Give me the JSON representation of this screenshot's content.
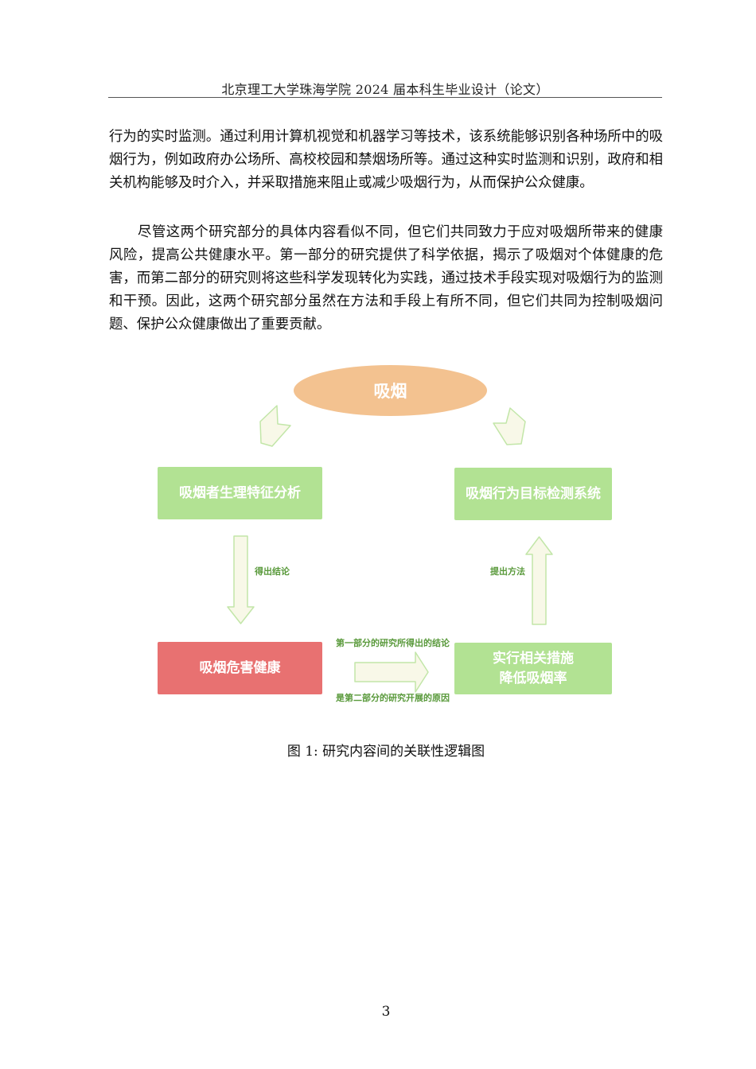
{
  "header": {
    "title": "北京理工大学珠海学院 2024 届本科生毕业设计（论文）"
  },
  "body": {
    "paragraphs": [
      "行为的实时监测。通过利用计算机视觉和机器学习等技术，该系统能够识别各种场所中的吸烟行为，例如政府办公场所、高校校园和禁烟场所等。通过这种实时监测和识别，政府和相关机构能够及时介入，并采取措施来阻止或减少吸烟行为，从而保护公众健康。",
      "尽管这两个研究部分的具体内容看似不同，但它们共同致力于应对吸烟所带来的健康风险，提高公共健康水平。第一部分的研究提供了科学依据，揭示了吸烟对个体健康的危害，而第二部分的研究则将这些科学发现转化为实践，通过技术手段实现对吸烟行为的监测和干预。因此，这两个研究部分虽然在方法和手段上有所不同，但它们共同为控制吸烟问题、保护公众健康做出了重要贡献。"
    ]
  },
  "figure": {
    "center_node": "吸烟",
    "top_left_box": "吸烟者生理特征分析",
    "top_right_box": "吸烟行为目标检测系统",
    "bottom_left_box": "吸烟危害健康",
    "bottom_right_box_line1": "实行相关措施",
    "bottom_right_box_line2": "降低吸烟率",
    "down_arrow_label": "得出结论",
    "up_arrow_label": "提出方法",
    "right_arrow_label_top": "第一部分的研究所得出的结论",
    "right_arrow_label_bottom": "是第二部分的研究开展的原因",
    "colors": {
      "ellipse": "#f3c290",
      "green_box": "#b2e293",
      "red_box": "#e87171",
      "arrow_fill": "#f8f8e8",
      "arrow_stroke": "#c2e6a8",
      "label_text": "#5a9a3c"
    },
    "caption": "图 1: 研究内容间的关联性逻辑图"
  },
  "footer": {
    "page_number": "3"
  }
}
